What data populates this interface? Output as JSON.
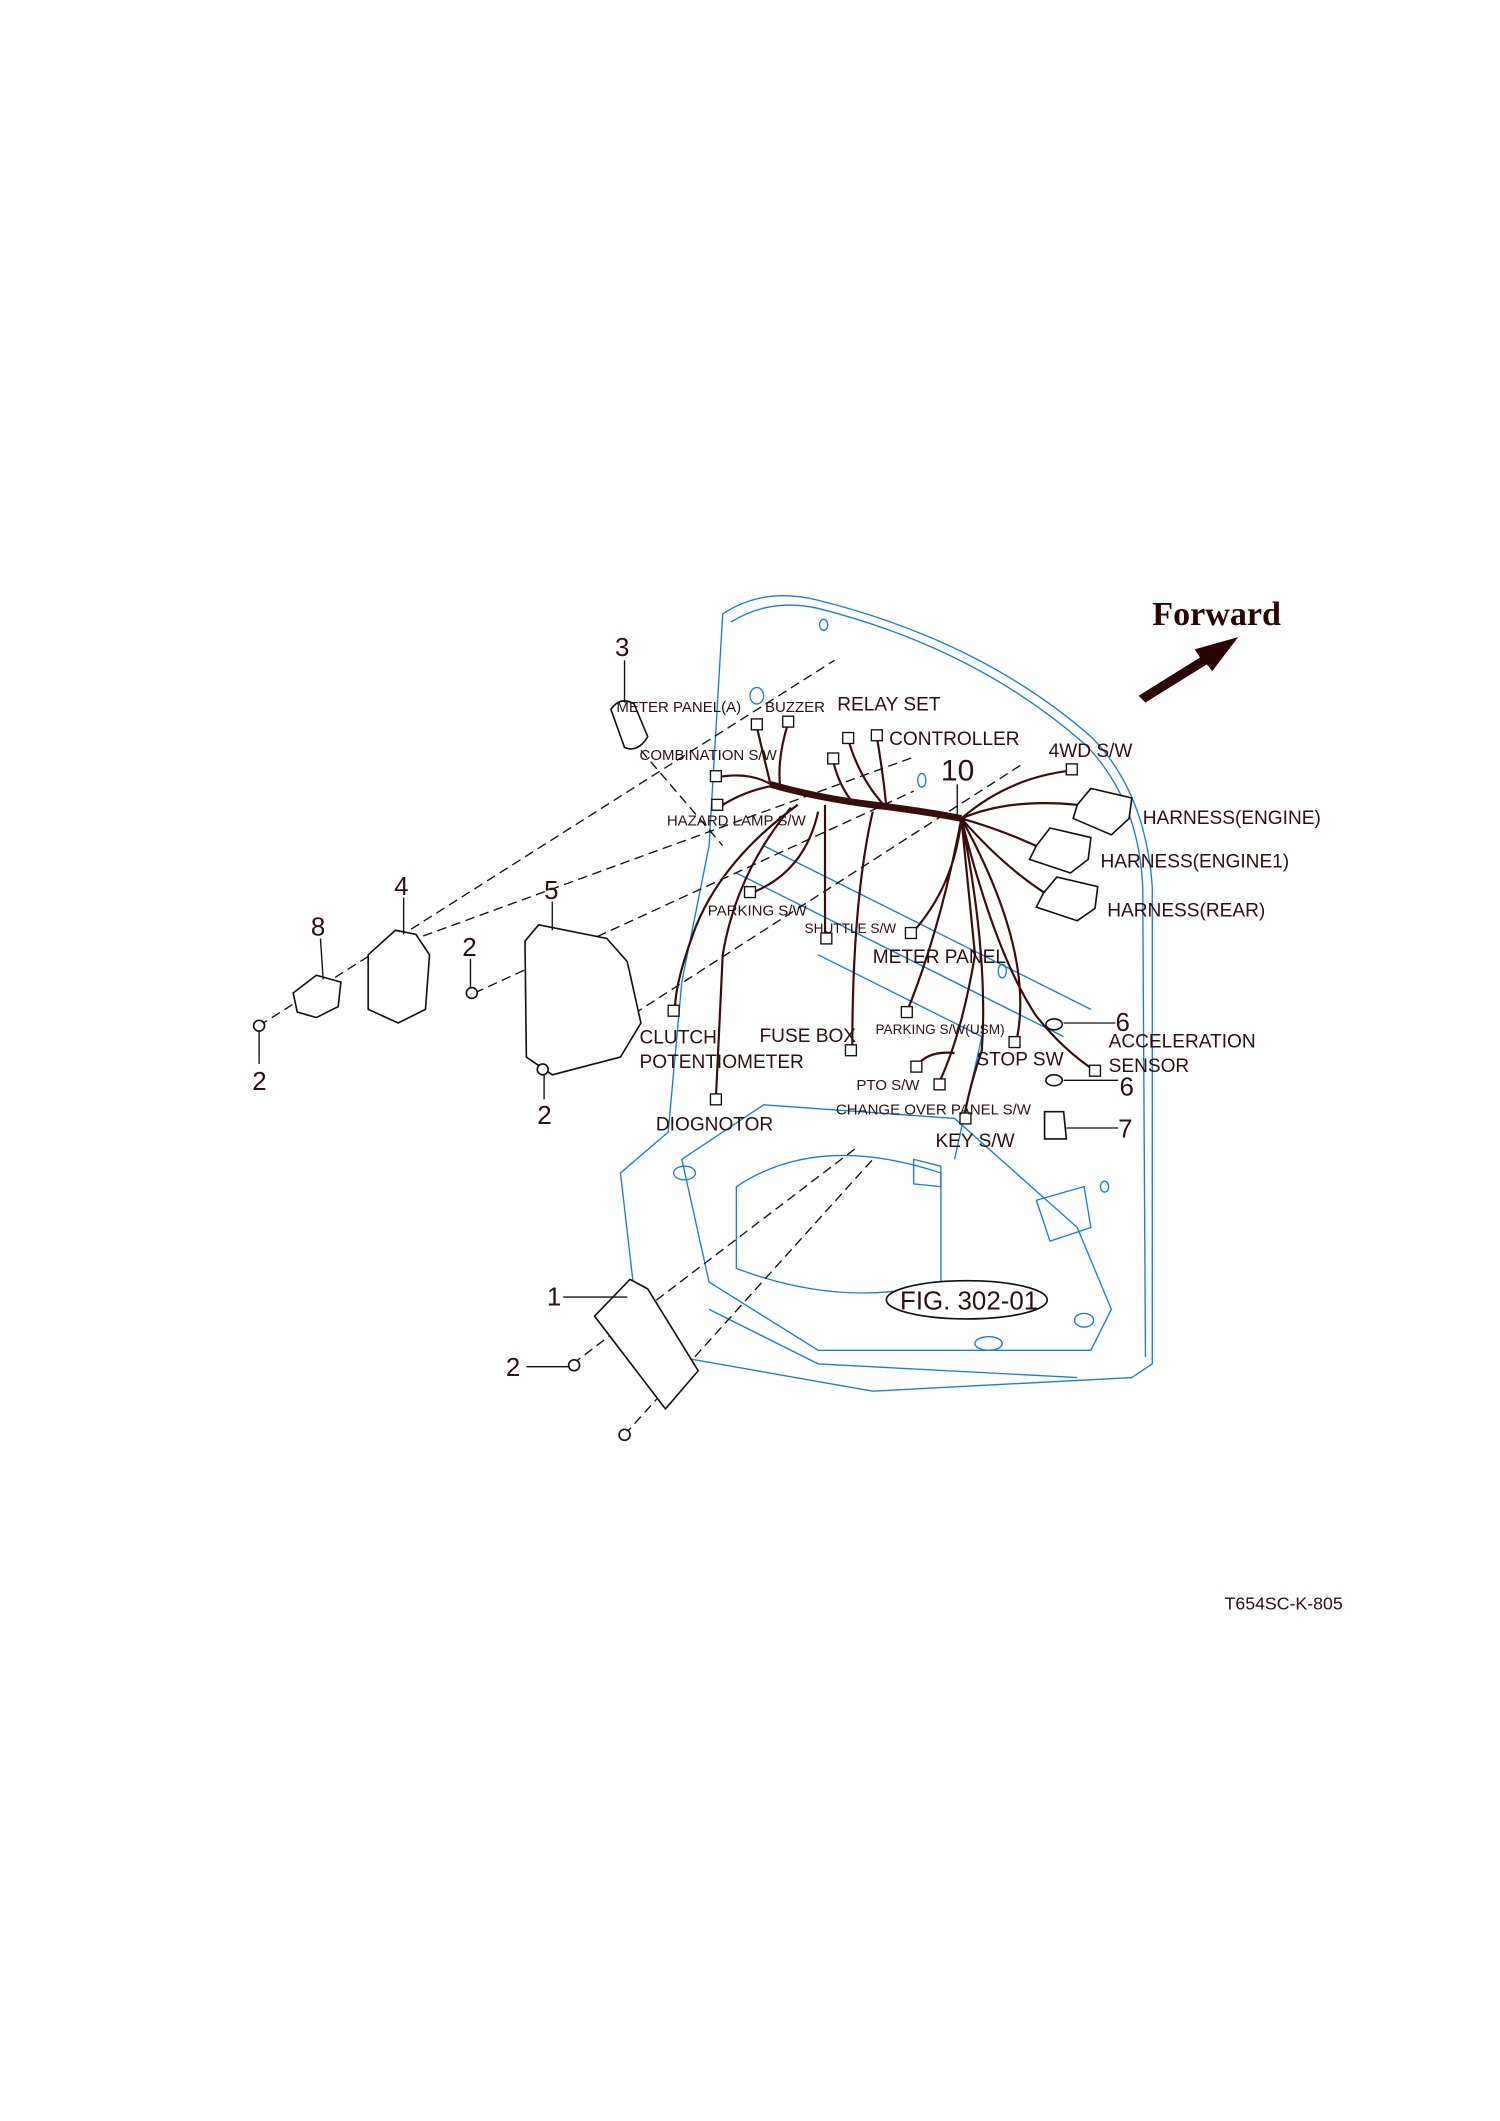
{
  "direction_label": "Forward",
  "figure_ref": "FIG. 302-01",
  "drawing_code": "T654SC-K-805",
  "harness_item": "10",
  "part_numbers": {
    "p1": "1",
    "p2a": "2",
    "p2b": "2",
    "p2c": "2",
    "p2d": "2",
    "p3": "3",
    "p4": "4",
    "p5": "5",
    "p6a": "6",
    "p6b": "6",
    "p7": "7",
    "p8": "8"
  },
  "connectors": {
    "meter_panel_a": "METER PANEL(A)",
    "buzzer": "BUZZER",
    "relay_set": "RELAY SET",
    "controller": "CONTROLLER",
    "four_wd_sw": "4WD S/W",
    "combination_sw": "COMBINATION  S/W",
    "hazard_lamp_sw": "HAZARD LAMP S/W",
    "harness_engine": "HARNESS(ENGINE)",
    "harness_engine1": "HARNESS(ENGINE1)",
    "harness_rear": "HARNESS(REAR)",
    "parking_sw": "PARKING S/W",
    "shuttle_sw": "SHUTTLE S/W",
    "meter_panel": "METER PANEL",
    "clutch": "CLUTCH",
    "potentiometer": "POTENTIOMETER",
    "fuse_box": "FUSE BOX",
    "parking_sw_usm": "PARKING S/W(USM)",
    "stop_sw": "STOP SW",
    "acceleration": "ACCELERATION",
    "sensor": "SENSOR",
    "pto_sw": "PTO S/W",
    "change_over_panel_sw": "CHANGE OVER PANEL S/W",
    "key_sw": "KEY S/W",
    "diognotor": "DIOGNOTOR"
  }
}
